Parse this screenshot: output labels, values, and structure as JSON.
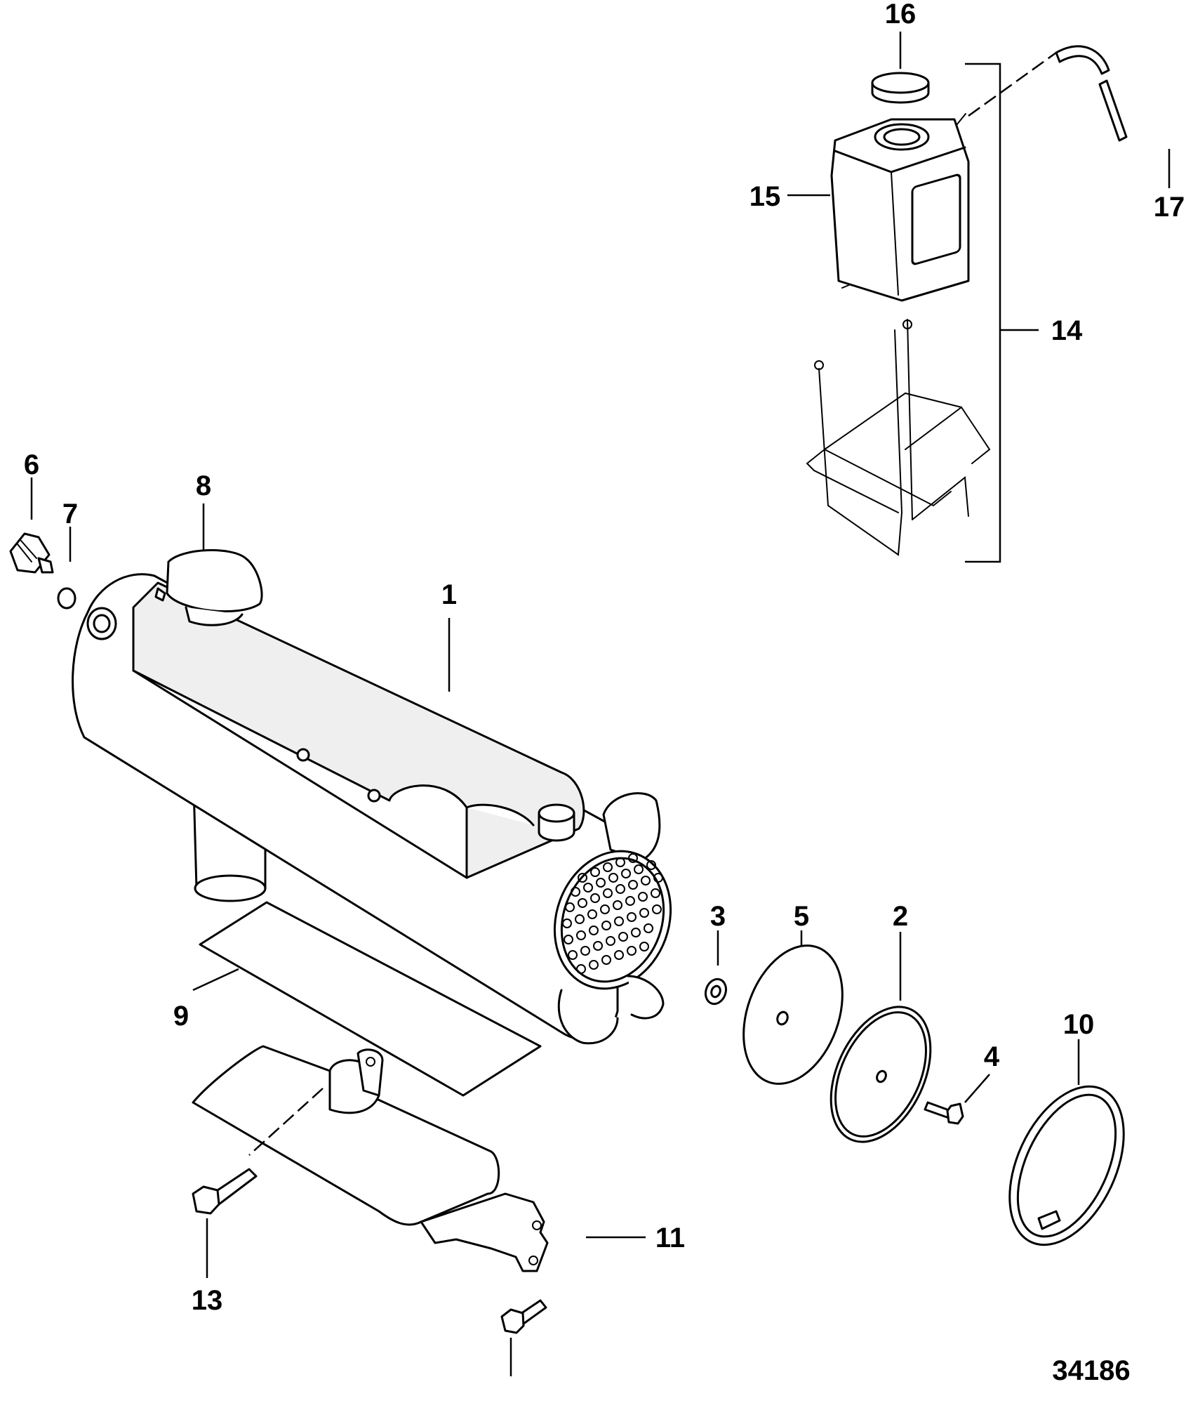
{
  "figure_number": "34186",
  "callouts": [
    "1",
    "2",
    "3",
    "4",
    "5",
    "6",
    "7",
    "8",
    "9",
    "10",
    "11",
    "13",
    "14",
    "15",
    "16",
    "17"
  ],
  "parts": {
    "heat_exchanger": "heat-exchanger",
    "end_cap_gasket": "gasket",
    "end_cap": "end-cap",
    "washer": "washer",
    "screw": "screw",
    "drain_plug": "drain-plug",
    "o_ring": "o-ring",
    "pressure_cap": "pressure-cap",
    "insulator": "insulator",
    "hose_clamp": "hose-clamp",
    "bracket": "bracket",
    "bolt": "bolt",
    "reservoir_kit": "reservoir-kit",
    "reservoir": "coolant-reservoir",
    "reservoir_cap": "reservoir-cap",
    "overflow_hose": "overflow-hose"
  }
}
